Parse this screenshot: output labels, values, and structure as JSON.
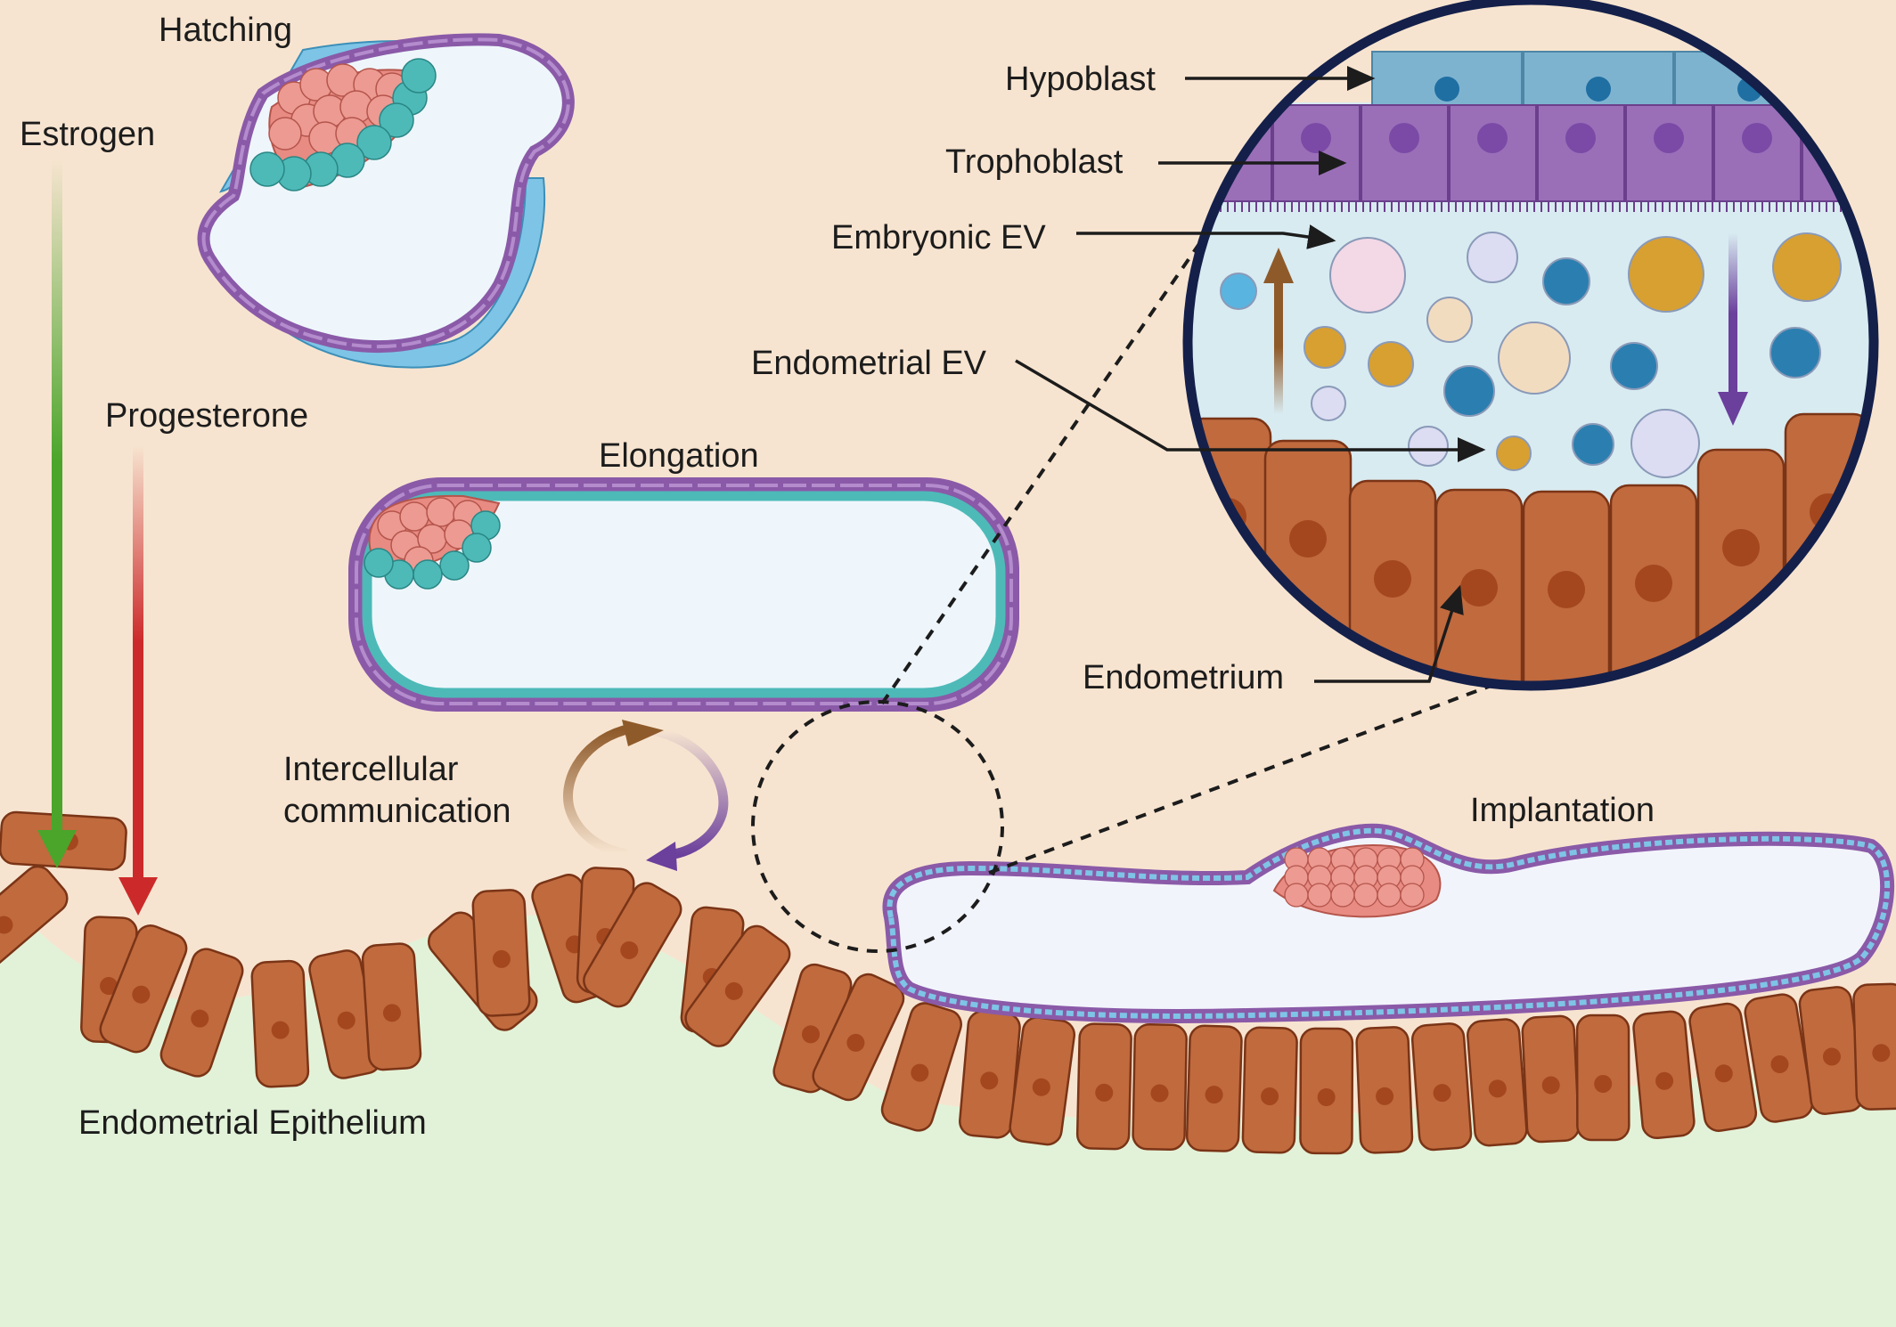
{
  "labels": {
    "hatching": "Hatching",
    "estrogen": "Estrogen",
    "progesterone": "Progesterone",
    "elongation": "Elongation",
    "intercellular_1": "Intercellular",
    "intercellular_2": "communication",
    "implantation": "Implantation",
    "endometrial_epithelium": "Endometrial Epithelium",
    "hypoblast": "Hypoblast",
    "trophoblast": "Trophoblast",
    "embryonic_ev": "Embryonic EV",
    "endometrial_ev": "Endometrial EV",
    "endometrium": "Endometrium"
  },
  "colors": {
    "background": "#f7e4d0",
    "stroma": "#e2f2d8",
    "endometrium_cell": "#c06a3e",
    "endometrium_nucleus": "#a4471e",
    "endometrium_edge": "#7a3416",
    "trophoblast": "#9a6fb8",
    "trophoblast_edge": "#6b3f8c",
    "hypoblast": "#7eb3d0",
    "teal_cell": "#4dbab8",
    "icm": "#e88b82",
    "blastocoel": "#eef6fb",
    "zona": "#7ec4e6",
    "inset_border": "#14204a",
    "inset_fluid": "#d8ebf1",
    "estrogen_arrow": "#4aa52a",
    "progesterone_arrow": "#cc2a2a",
    "brown_arrow": "#8f5a2a",
    "purple_arrow": "#6b3f9c"
  },
  "icons": [
    "hormone-arrow",
    "cycle-arrows",
    "dashed-zoom-circle",
    "magnified-inset"
  ]
}
